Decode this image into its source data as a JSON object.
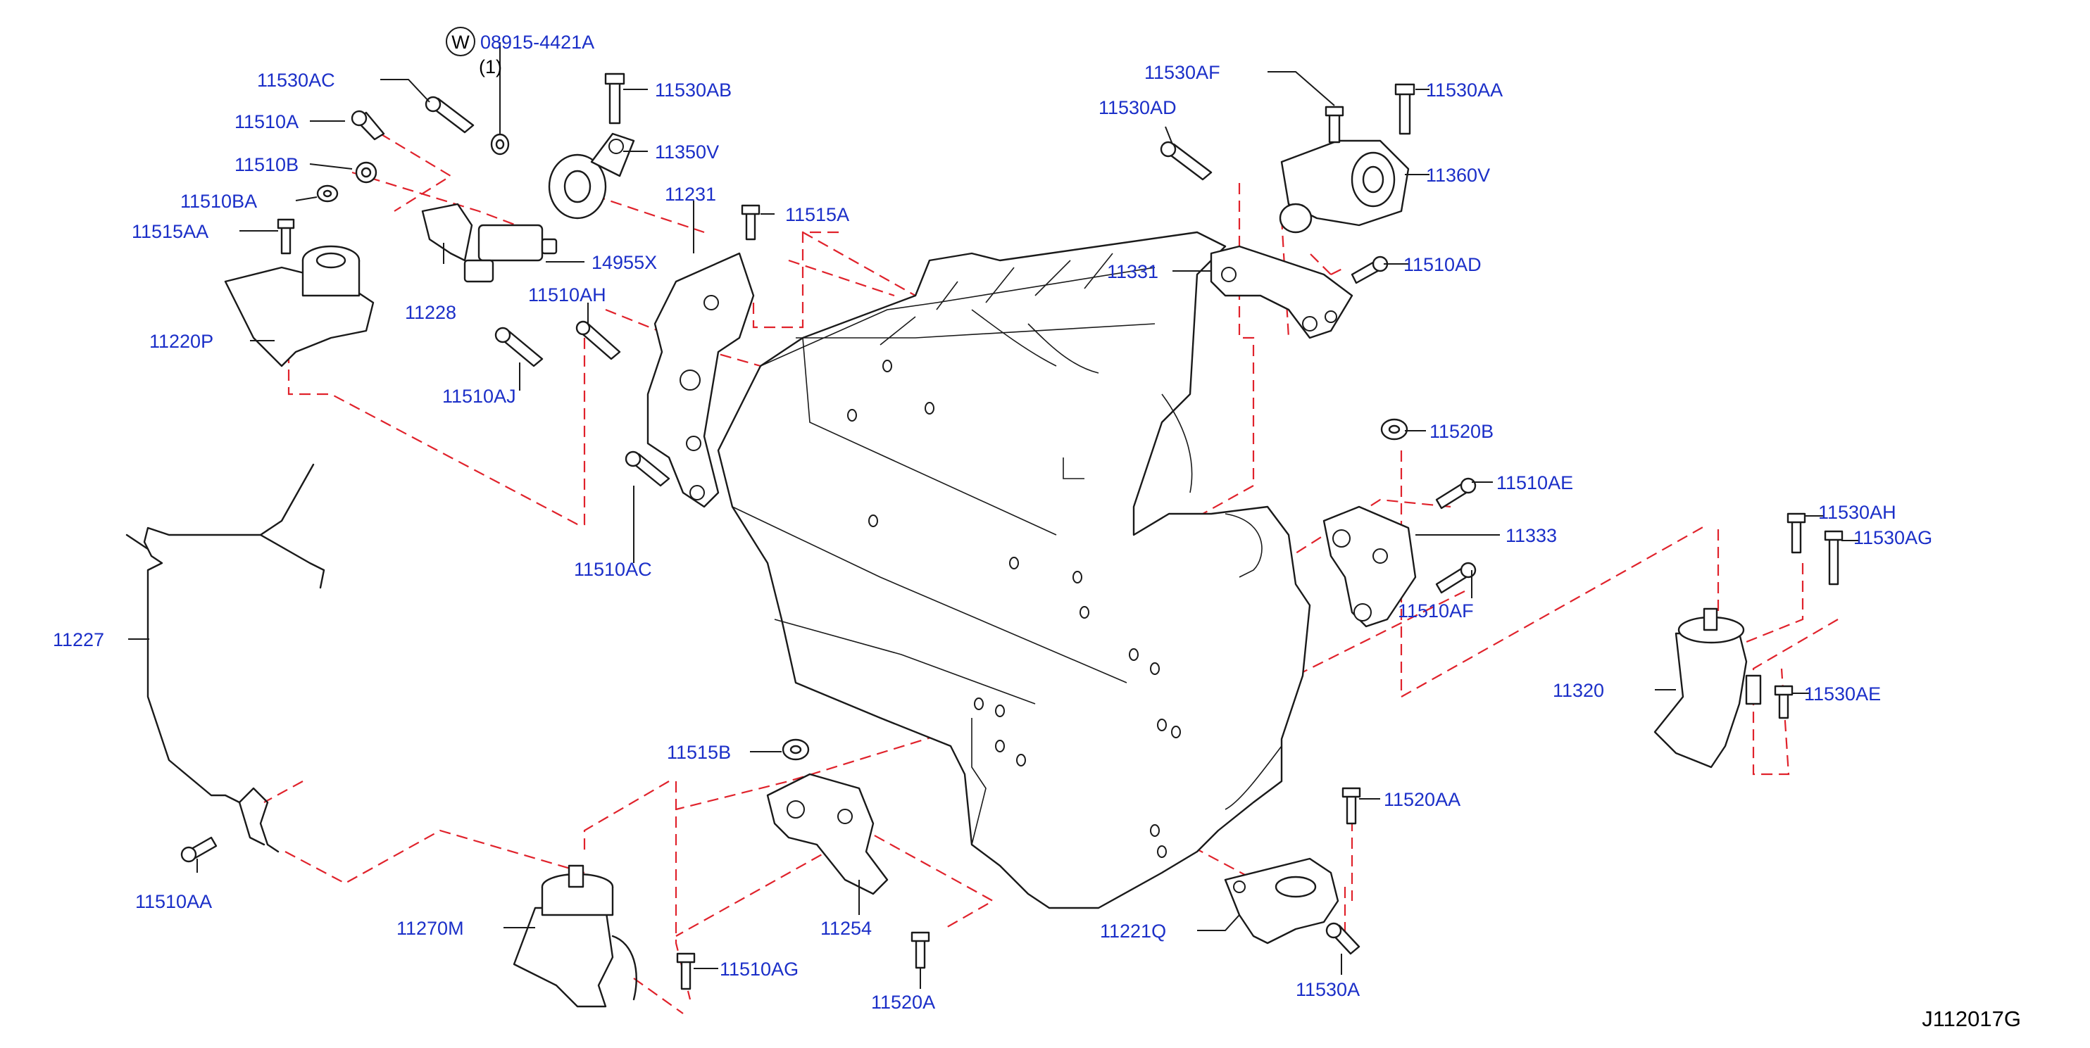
{
  "diagram": {
    "figure_code": "J112017G",
    "symbol_letter": "W",
    "quantity_note": "(1)",
    "labels": {
      "w_part": "08915-4421A",
      "p11530AC": "11530AC",
      "p11530AB": "11530AB",
      "p11510A": "11510A",
      "p11350V": "11350V",
      "p11510B": "11510B",
      "p11510BA": "11510BA",
      "p11515AA": "11515AA",
      "p14955X": "14955X",
      "p11228": "11228",
      "p11220P": "11220P",
      "p11231": "11231",
      "p11515A": "11515A",
      "p11510AH": "11510AH",
      "p11510AJ": "11510AJ",
      "p11510AC": "11510AC",
      "p11530AF": "11530AF",
      "p11530AA": "11530AA",
      "p11530AD": "11530AD",
      "p11360V": "11360V",
      "p11331": "11331",
      "p11510AD": "11510AD",
      "p11520B": "11520B",
      "p11510AE": "11510AE",
      "p11333": "11333",
      "p11510AF": "11510AF",
      "p11530AH": "11530AH",
      "p11530AG": "11530AG",
      "p11320": "11320",
      "p11530AE": "11530AE",
      "p11227": "11227",
      "p11510AA": "11510AA",
      "p11515B": "11515B",
      "p11254": "11254",
      "p11270M": "11270M",
      "p11510AG": "11510AG",
      "p11520A": "11520A",
      "p11520AA": "11520AA",
      "p11221Q": "11221Q",
      "p11530A": "11530A"
    }
  }
}
